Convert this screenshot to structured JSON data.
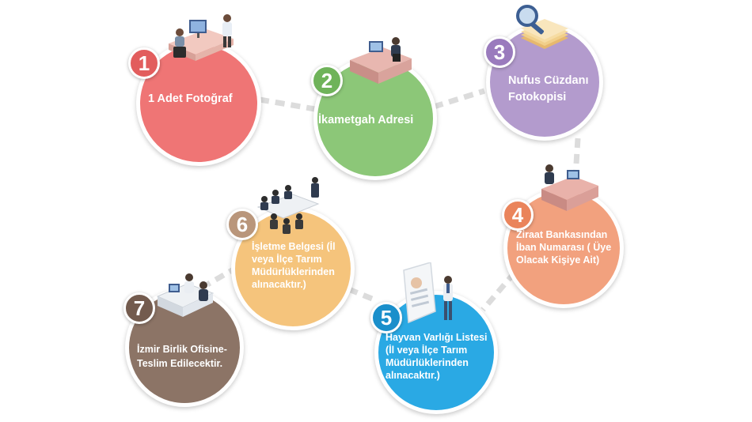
{
  "colors": {
    "red": "#ef7575",
    "green": "#8cc778",
    "purple": "#b39bcd",
    "orange": "#f2a17e",
    "blue": "#2aa9e4",
    "yellow": "#f5c47c",
    "brown": "#8c7466",
    "connector": "#dcdcdc"
  },
  "steps": [
    {
      "number": "1",
      "label": "1 Adet Fotoğraf",
      "color": "red",
      "icon": "office-desk-icon"
    },
    {
      "number": "2",
      "label": "İkametgah Adresi",
      "color": "green",
      "icon": "reception-desk-icon"
    },
    {
      "number": "3",
      "label": "Nufus Cüzdanı Fotokopisi",
      "color": "purple",
      "icon": "document-search-icon"
    },
    {
      "number": "4",
      "label": "Ziraat Bankasından İban Numarası ( Üye Olacak Kişiye Ait)",
      "color": "orange",
      "icon": "bank-desk-icon"
    },
    {
      "number": "5",
      "label": "Hayvan Varlığı Listesi (İl veya İlçe Tarım Müdürlüklerinden alınacaktır.)",
      "color": "blue",
      "icon": "resume-document-icon"
    },
    {
      "number": "6",
      "label": "İşletme Belgesi (İl veya İlçe Tarım Müdürlüklerinden alınacaktır.)",
      "color": "yellow",
      "icon": "meeting-table-icon"
    },
    {
      "number": "7",
      "label": "İzmir Birlik Ofisine- Teslim Edilecektir.",
      "color": "brown",
      "icon": "office-counter-icon"
    }
  ]
}
